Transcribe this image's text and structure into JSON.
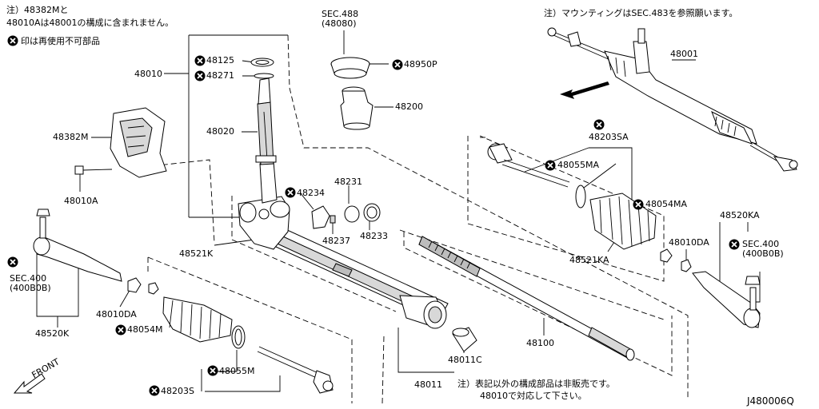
{
  "notes": {
    "top_left_1": "注）48382Mと",
    "top_left_2": "48010Aは48001の構成に含まれません。",
    "not_reusable": "印は再使用不可部品",
    "top_right": "注）マウンティングはSEC.483を参照願います。",
    "bottom_1": "注）表記以外の構成部品は非販売です。",
    "bottom_2": "48010で対応して下さい。"
  },
  "labels": {
    "p48125": "48125",
    "p48271": "48271",
    "p48010": "48010",
    "p48020": "48020",
    "p48382M": "48382M",
    "p48010A": "48010A",
    "sec488_1": "SEC.488",
    "sec488_2": "(48080)",
    "p48950P": "48950P",
    "p48200": "48200",
    "p48231": "48231",
    "p48234": "48234",
    "p48237": "48237",
    "p48233": "48233",
    "p48521K": "48521K",
    "p48520K": "48520K",
    "sec400_l1": "SEC.400",
    "sec400_l2": "(400B0B)",
    "p48010DA_l": "48010DA",
    "p48054M": "48054M",
    "p48055M": "48055M",
    "p48203S": "48203S",
    "p48011": "48011",
    "p48011C": "48011C",
    "p48100": "48100",
    "p48001": "48001",
    "p48203SA": "48203SA",
    "p48055MA": "48055MA",
    "p48054MA": "48054MA",
    "p48521KA": "48521KA",
    "p48010DA_r": "48010DA",
    "p48520KA": "48520KA",
    "sec400_r1": "SEC.400",
    "sec400_r2": "(400B0B)",
    "front": "FRONT",
    "diagram_id": "J480006Q"
  },
  "icons": {
    "not_reusable": "x-circle-icon",
    "front_arrow": "front-arrow-icon"
  }
}
